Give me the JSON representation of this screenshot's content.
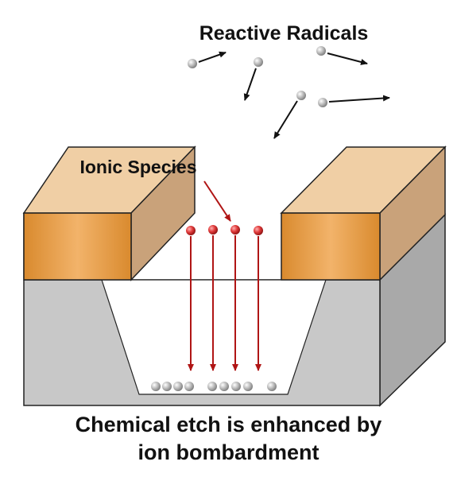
{
  "labels": {
    "reactive_radicals": "Reactive Radicals",
    "ionic_species": "Ionic Species"
  },
  "caption": {
    "line1": "Chemical etch is enhanced by",
    "line2": "ion bombardment"
  },
  "colors": {
    "substrate_front": "#c8c8c8",
    "substrate_side": "#a9a9a9",
    "mask_front": "#e59b3c",
    "mask_top": "#f0cfa5",
    "mask_side": "#c9a27a",
    "ion": "#d63a3a",
    "ion_arrow": "#b01515",
    "radical": "#a8a8a8",
    "outline": "#222222"
  }
}
